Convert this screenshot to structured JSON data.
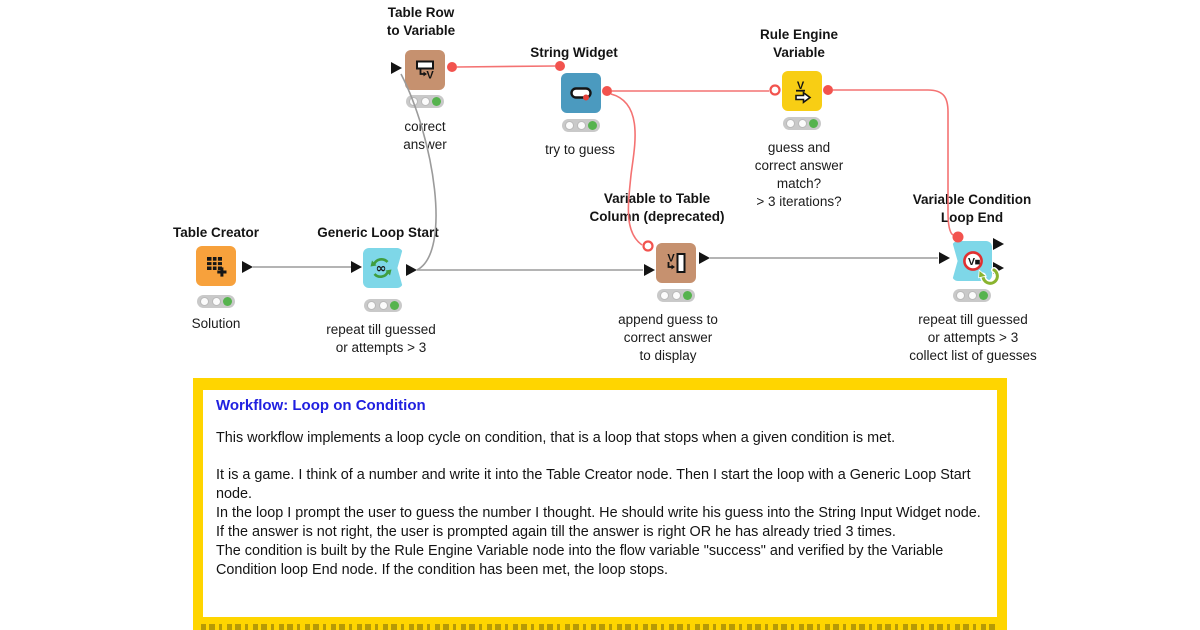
{
  "canvas": {
    "background": "#ffffff"
  },
  "palette": {
    "node_orange": "#F7A13C",
    "node_cyan": "#7ED7E8",
    "node_tan": "#C6916F",
    "node_blue": "#4B9ABF",
    "node_yellow": "#F8CE14",
    "port_red": "#F2534E",
    "wire_red": "#F47272",
    "wire_gray": "#9B9B9B",
    "traffic_green": "#56B34E",
    "annotation_yellow": "#FFD500",
    "annotation_title_blue": "#2020E0"
  },
  "nodes": [
    {
      "title": "Table Creator",
      "comment": "Solution",
      "status": "executed"
    },
    {
      "title": "Generic Loop Start",
      "comment": "repeat till guessed\nor attempts > 3",
      "status": "executed"
    },
    {
      "title": "Table Row\nto Variable",
      "comment": "correct\nanswer",
      "status": "executed"
    },
    {
      "title": "String Widget",
      "comment": "try to guess",
      "status": "executed"
    },
    {
      "title": "Rule Engine\nVariable",
      "comment": "guess and\ncorrect answer\nmatch?\n> 3 iterations?",
      "status": "executed"
    },
    {
      "title": "Variable to Table\nColumn (deprecated)",
      "comment": "append guess to\ncorrect answer\nto display",
      "status": "executed"
    },
    {
      "title": "Variable Condition\nLoop End",
      "comment": "repeat till guessed\nor attempts > 3\ncollect list of guesses",
      "status": "executed"
    }
  ],
  "annotation": {
    "title": "Workflow: Loop on Condition",
    "paragraphs": [
      "This workflow implements a loop cycle on condition, that is a loop that stops when a given condition is met.",
      "It is a game. I think of a number and write it into the Table Creator node. Then I start the loop with a Generic Loop Start node.\nIn the loop I prompt the user to guess the number I thought. He should write his guess into the String Input Widget node.\nIf the answer is not right, the user is prompted again till the answer is right OR he has already tried 3 times.\nThe condition is built by the Rule Engine Variable node into the flow variable \"success\" and verified by the Variable Condition loop End node. If the condition has been met, the loop stops."
    ]
  }
}
